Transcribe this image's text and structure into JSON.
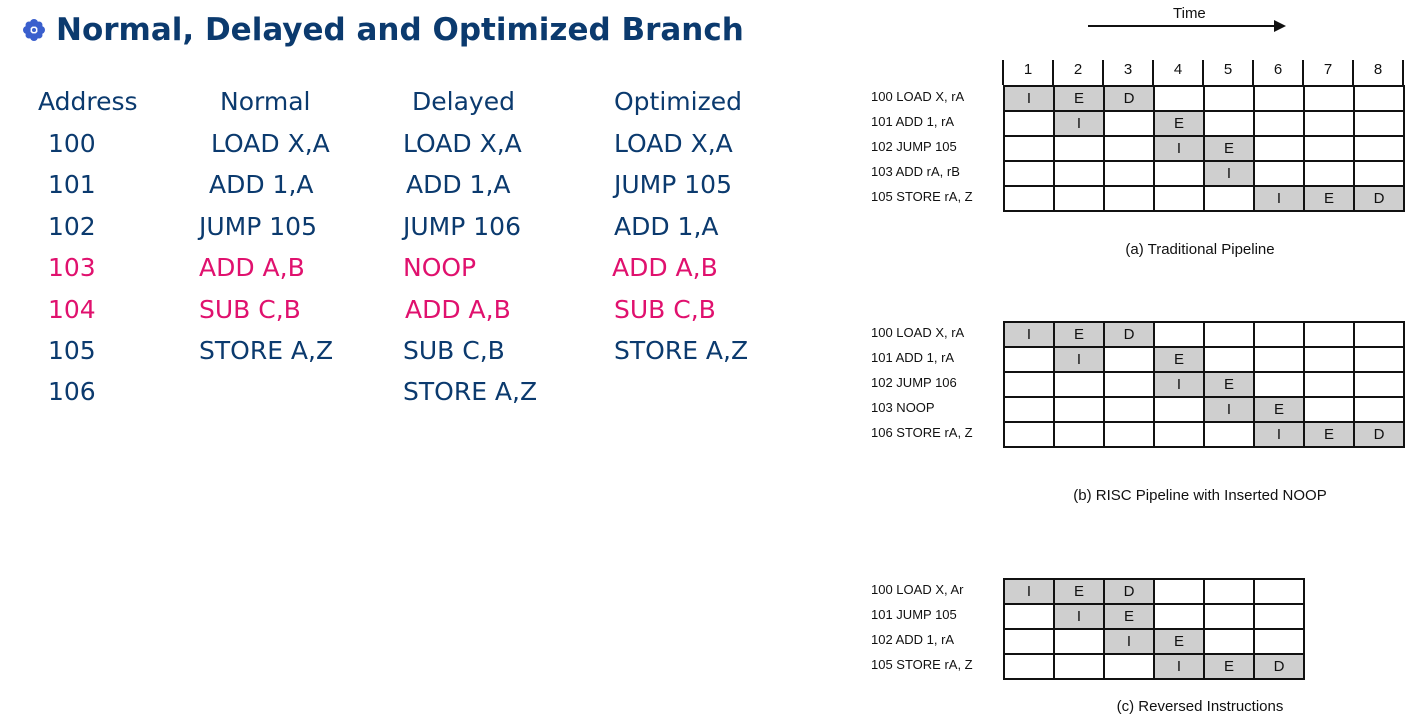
{
  "title": "Normal, Delayed and Optimized Branch",
  "table": {
    "headers": [
      "Address",
      "Normal",
      "Delayed",
      "Optimized"
    ],
    "rows": [
      [
        "100",
        "LOAD X,A",
        "LOAD X,A",
        "LOAD X,A"
      ],
      [
        "101",
        "ADD 1,A",
        "ADD 1,A",
        "JUMP 105"
      ],
      [
        "102",
        "JUMP 105",
        "JUMP 106",
        "ADD 1,A"
      ],
      [
        "103",
        "ADD A,B",
        "NOOP",
        "ADD A,B"
      ],
      [
        "104",
        "SUB C,B",
        "ADD A,B",
        "SUB C,B"
      ],
      [
        "105",
        "STORE A,Z",
        "SUB C,B",
        "STORE A,Z"
      ],
      [
        "106",
        "",
        "STORE A,Z",
        ""
      ]
    ],
    "highlight_color": "#e0116e",
    "text_color": "#0b3a6e"
  },
  "time_label": "Time",
  "time_ticks": [
    "1",
    "2",
    "3",
    "4",
    "5",
    "6",
    "7",
    "8"
  ],
  "diagrams": [
    {
      "caption": "(a) Traditional Pipeline",
      "rows": [
        {
          "label": "100 LOAD X, rA",
          "cells": [
            "I",
            "E",
            "D",
            "",
            "",
            "",
            "",
            ""
          ]
        },
        {
          "label": "101 ADD 1, rA",
          "cells": [
            "",
            "I",
            "",
            "E",
            "",
            "",
            "",
            ""
          ]
        },
        {
          "label": "102 JUMP 105",
          "cells": [
            "",
            "",
            "",
            "I",
            "E",
            "",
            "",
            ""
          ]
        },
        {
          "label": "103 ADD rA, rB",
          "cells": [
            "",
            "",
            "",
            "",
            "I",
            "",
            "",
            ""
          ]
        },
        {
          "label": "105 STORE rA, Z",
          "cells": [
            "",
            "",
            "",
            "",
            "",
            "I",
            "E",
            "D"
          ]
        }
      ]
    },
    {
      "caption": "(b) RISC Pipeline with Inserted NOOP",
      "rows": [
        {
          "label": "100 LOAD X, rA",
          "cells": [
            "I",
            "E",
            "D",
            "",
            "",
            "",
            "",
            ""
          ]
        },
        {
          "label": "101 ADD 1, rA",
          "cells": [
            "",
            "I",
            "",
            "E",
            "",
            "",
            "",
            ""
          ]
        },
        {
          "label": "102 JUMP 106",
          "cells": [
            "",
            "",
            "",
            "I",
            "E",
            "",
            "",
            ""
          ]
        },
        {
          "label": "103 NOOP",
          "cells": [
            "",
            "",
            "",
            "",
            "I",
            "E",
            "",
            ""
          ]
        },
        {
          "label": "106 STORE rA, Z",
          "cells": [
            "",
            "",
            "",
            "",
            "",
            "I",
            "E",
            "D"
          ]
        }
      ]
    },
    {
      "caption": "(c) Reversed Instructions",
      "rows": [
        {
          "label": "100 LOAD X, Ar",
          "cells": [
            "I",
            "E",
            "D",
            "",
            "",
            ""
          ]
        },
        {
          "label": "101 JUMP 105",
          "cells": [
            "",
            "I",
            "E",
            "",
            "",
            ""
          ]
        },
        {
          "label": "102 ADD 1, rA",
          "cells": [
            "",
            "",
            "I",
            "E",
            "",
            ""
          ]
        },
        {
          "label": "105 STORE rA, Z",
          "cells": [
            "",
            "",
            "",
            "I",
            "E",
            "D"
          ]
        }
      ]
    }
  ]
}
